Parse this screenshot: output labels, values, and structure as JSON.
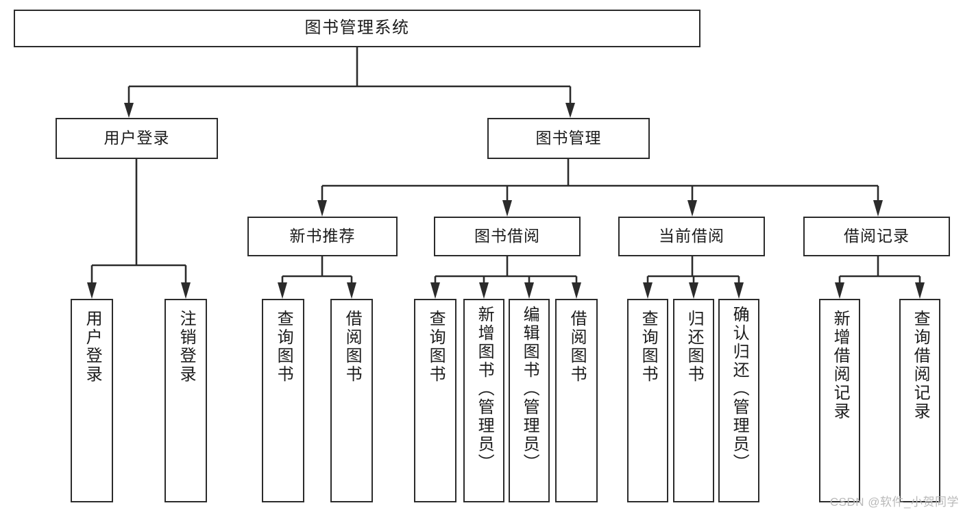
{
  "diagram": {
    "title": "图书管理系统",
    "type": "tree",
    "watermark": "CSDN @软件_小贺同学",
    "colors": {
      "stroke": "#2b2b2b",
      "fill": "#ffffff",
      "text": "#1b1b1b",
      "watermark": "#b9b9b9"
    },
    "levels": {
      "root": {
        "label": "图书管理系统"
      },
      "level2": [
        {
          "label": "用户登录"
        },
        {
          "label": "图书管理"
        }
      ],
      "level3": [
        {
          "label": "新书推荐"
        },
        {
          "label": "图书借阅"
        },
        {
          "label": "当前借阅"
        },
        {
          "label": "借阅记录"
        }
      ],
      "leaves": {
        "user_login": [
          {
            "label": "用户登录"
          },
          {
            "label": "注销登录"
          }
        ],
        "new_book": [
          {
            "label": "查询图书"
          },
          {
            "label": "借阅图书"
          }
        ],
        "book_borrow": [
          {
            "label": "查询图书"
          },
          {
            "label": "新增图书（管理员）"
          },
          {
            "label": "编辑图书（管理员）"
          },
          {
            "label": "借阅图书"
          }
        ],
        "current_borrow": [
          {
            "label": "查询图书"
          },
          {
            "label": "归还图书"
          },
          {
            "label": "确认归还（管理员）"
          }
        ],
        "borrow_record": [
          {
            "label": "新增借阅记录"
          },
          {
            "label": "查询借阅记录"
          }
        ]
      }
    }
  }
}
